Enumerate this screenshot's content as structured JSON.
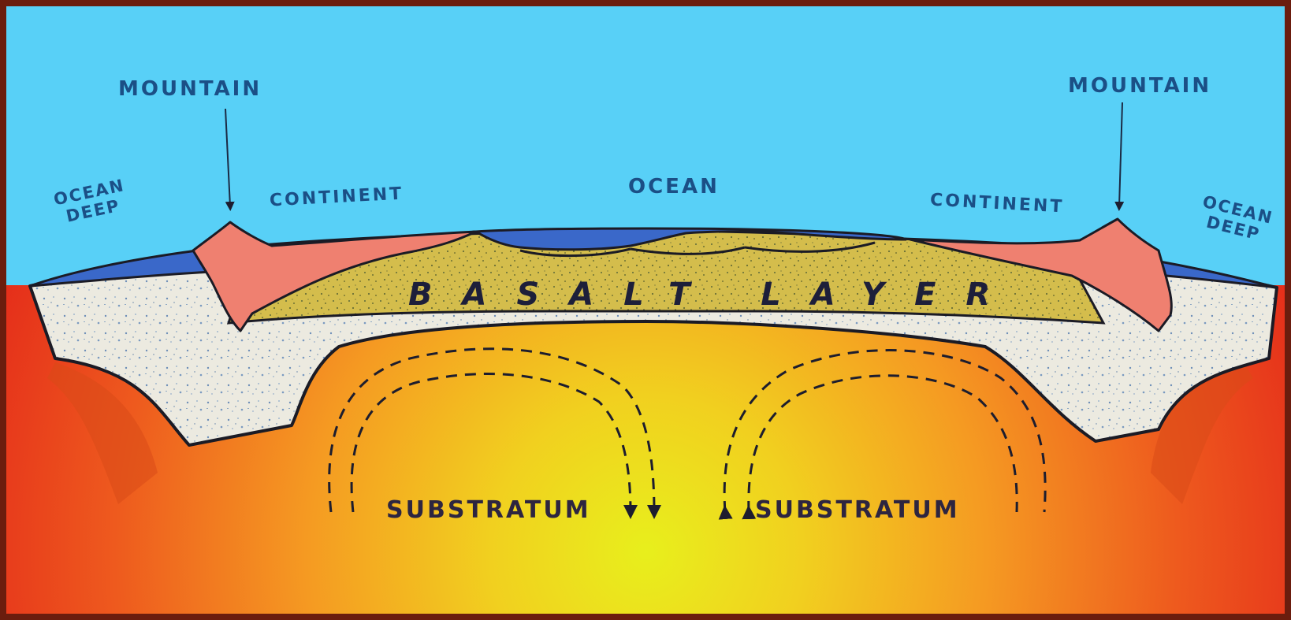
{
  "labels": {
    "mountain_left": "MOUNTAIN",
    "mountain_right": "MOUNTAIN",
    "ocean_deep_left_line1": "OCEAN",
    "ocean_deep_left_line2": "DEEP",
    "ocean_deep_right_line1": "OCEAN",
    "ocean_deep_right_line2": "DEEP",
    "continent_left": "CONTINENT",
    "continent_right": "CONTINENT",
    "ocean": "OCEAN",
    "basalt_layer": "BASALT LAYER",
    "substratum_left": "SUBSTRATUM",
    "substratum_right": "SUBSTRATUM"
  },
  "colors": {
    "frame": "#6b1d0e",
    "sky": "#58d0f7",
    "ocean_water": "#3a68c9",
    "continent": "#ef8070",
    "basalt": "#d6c04e",
    "granite": "#eceae0",
    "substratum_hot": "#e9301c",
    "substratum_mid": "#f59a22",
    "substratum_core": "#e7ec1e",
    "label_blue": "#1b4f86",
    "label_dark": "#1d1f3a"
  }
}
